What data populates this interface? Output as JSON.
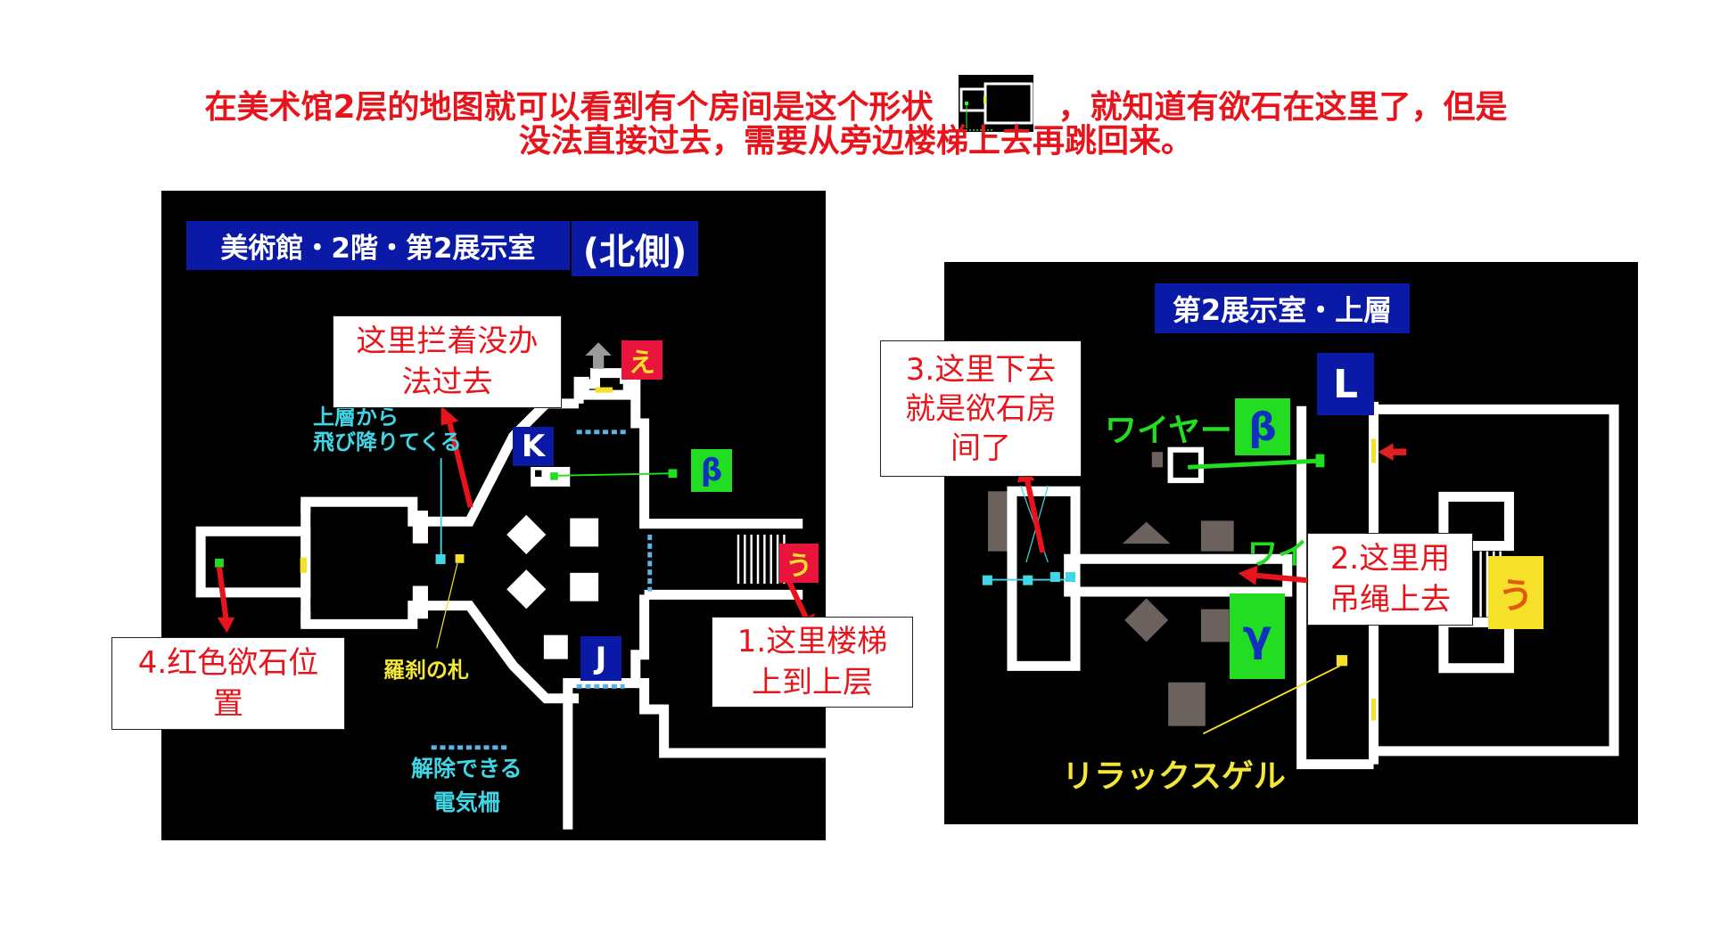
{
  "header": {
    "line1_before_icon": "在美术馆2层的地图就可以看到有个房间是这个形状",
    "line1_after_icon": "，就知道有欲石在这里了，但是",
    "line2": "没法直接过去，需要从旁边楼梯上去再跳回来。",
    "inline_icon": "room-shape-icon",
    "text_color": "#e8141b"
  },
  "left_map": {
    "title": "美術館・2階・第2展示室",
    "title_suffix": "(北側)",
    "labels": {
      "jump_down": "上層から\n飛び降りてくる",
      "jump_down_l1": "上層から",
      "jump_down_l2": "飛び降りてくる",
      "rasetsu": "羅刹の札",
      "fence_l1": "解除できる",
      "fence_l2": "電気柵"
    },
    "badges": {
      "K": "K",
      "J": "J",
      "e": "え",
      "u": "う",
      "beta": "β"
    },
    "callouts": {
      "blocked": "这里拦着没办\n法过去",
      "blocked_l1": "这里拦着没办",
      "blocked_l2": "法过去",
      "step1_l1": "1.这里楼梯",
      "step1_l2": "上到上层",
      "step4_l1": "4.红色欲石位",
      "step4_l2": "置"
    }
  },
  "right_map": {
    "title": "第2展示室・上層",
    "labels": {
      "wire": "ワイヤー",
      "wire_partial": "ワイ",
      "relax_gel": "リラックスゲル"
    },
    "badges": {
      "L": "L",
      "beta": "β",
      "gamma": "γ",
      "u": "う"
    },
    "callouts": {
      "step3_l1": "3.这里下去",
      "step3_l2": "就是欲石房",
      "step3_l3": "间了",
      "step2_l1": "2.这里用",
      "step2_l2": "吊绳上去"
    }
  },
  "colors": {
    "annotation_red": "#e8141b",
    "map_bg": "#000000",
    "label_blue": "#0a1aa6",
    "badge_green": "#22dd22",
    "badge_red": "#e8143c",
    "badge_yellow": "#f5e12a",
    "cyan": "#3fd6e6",
    "yellow_text": "#f2e63a"
  }
}
